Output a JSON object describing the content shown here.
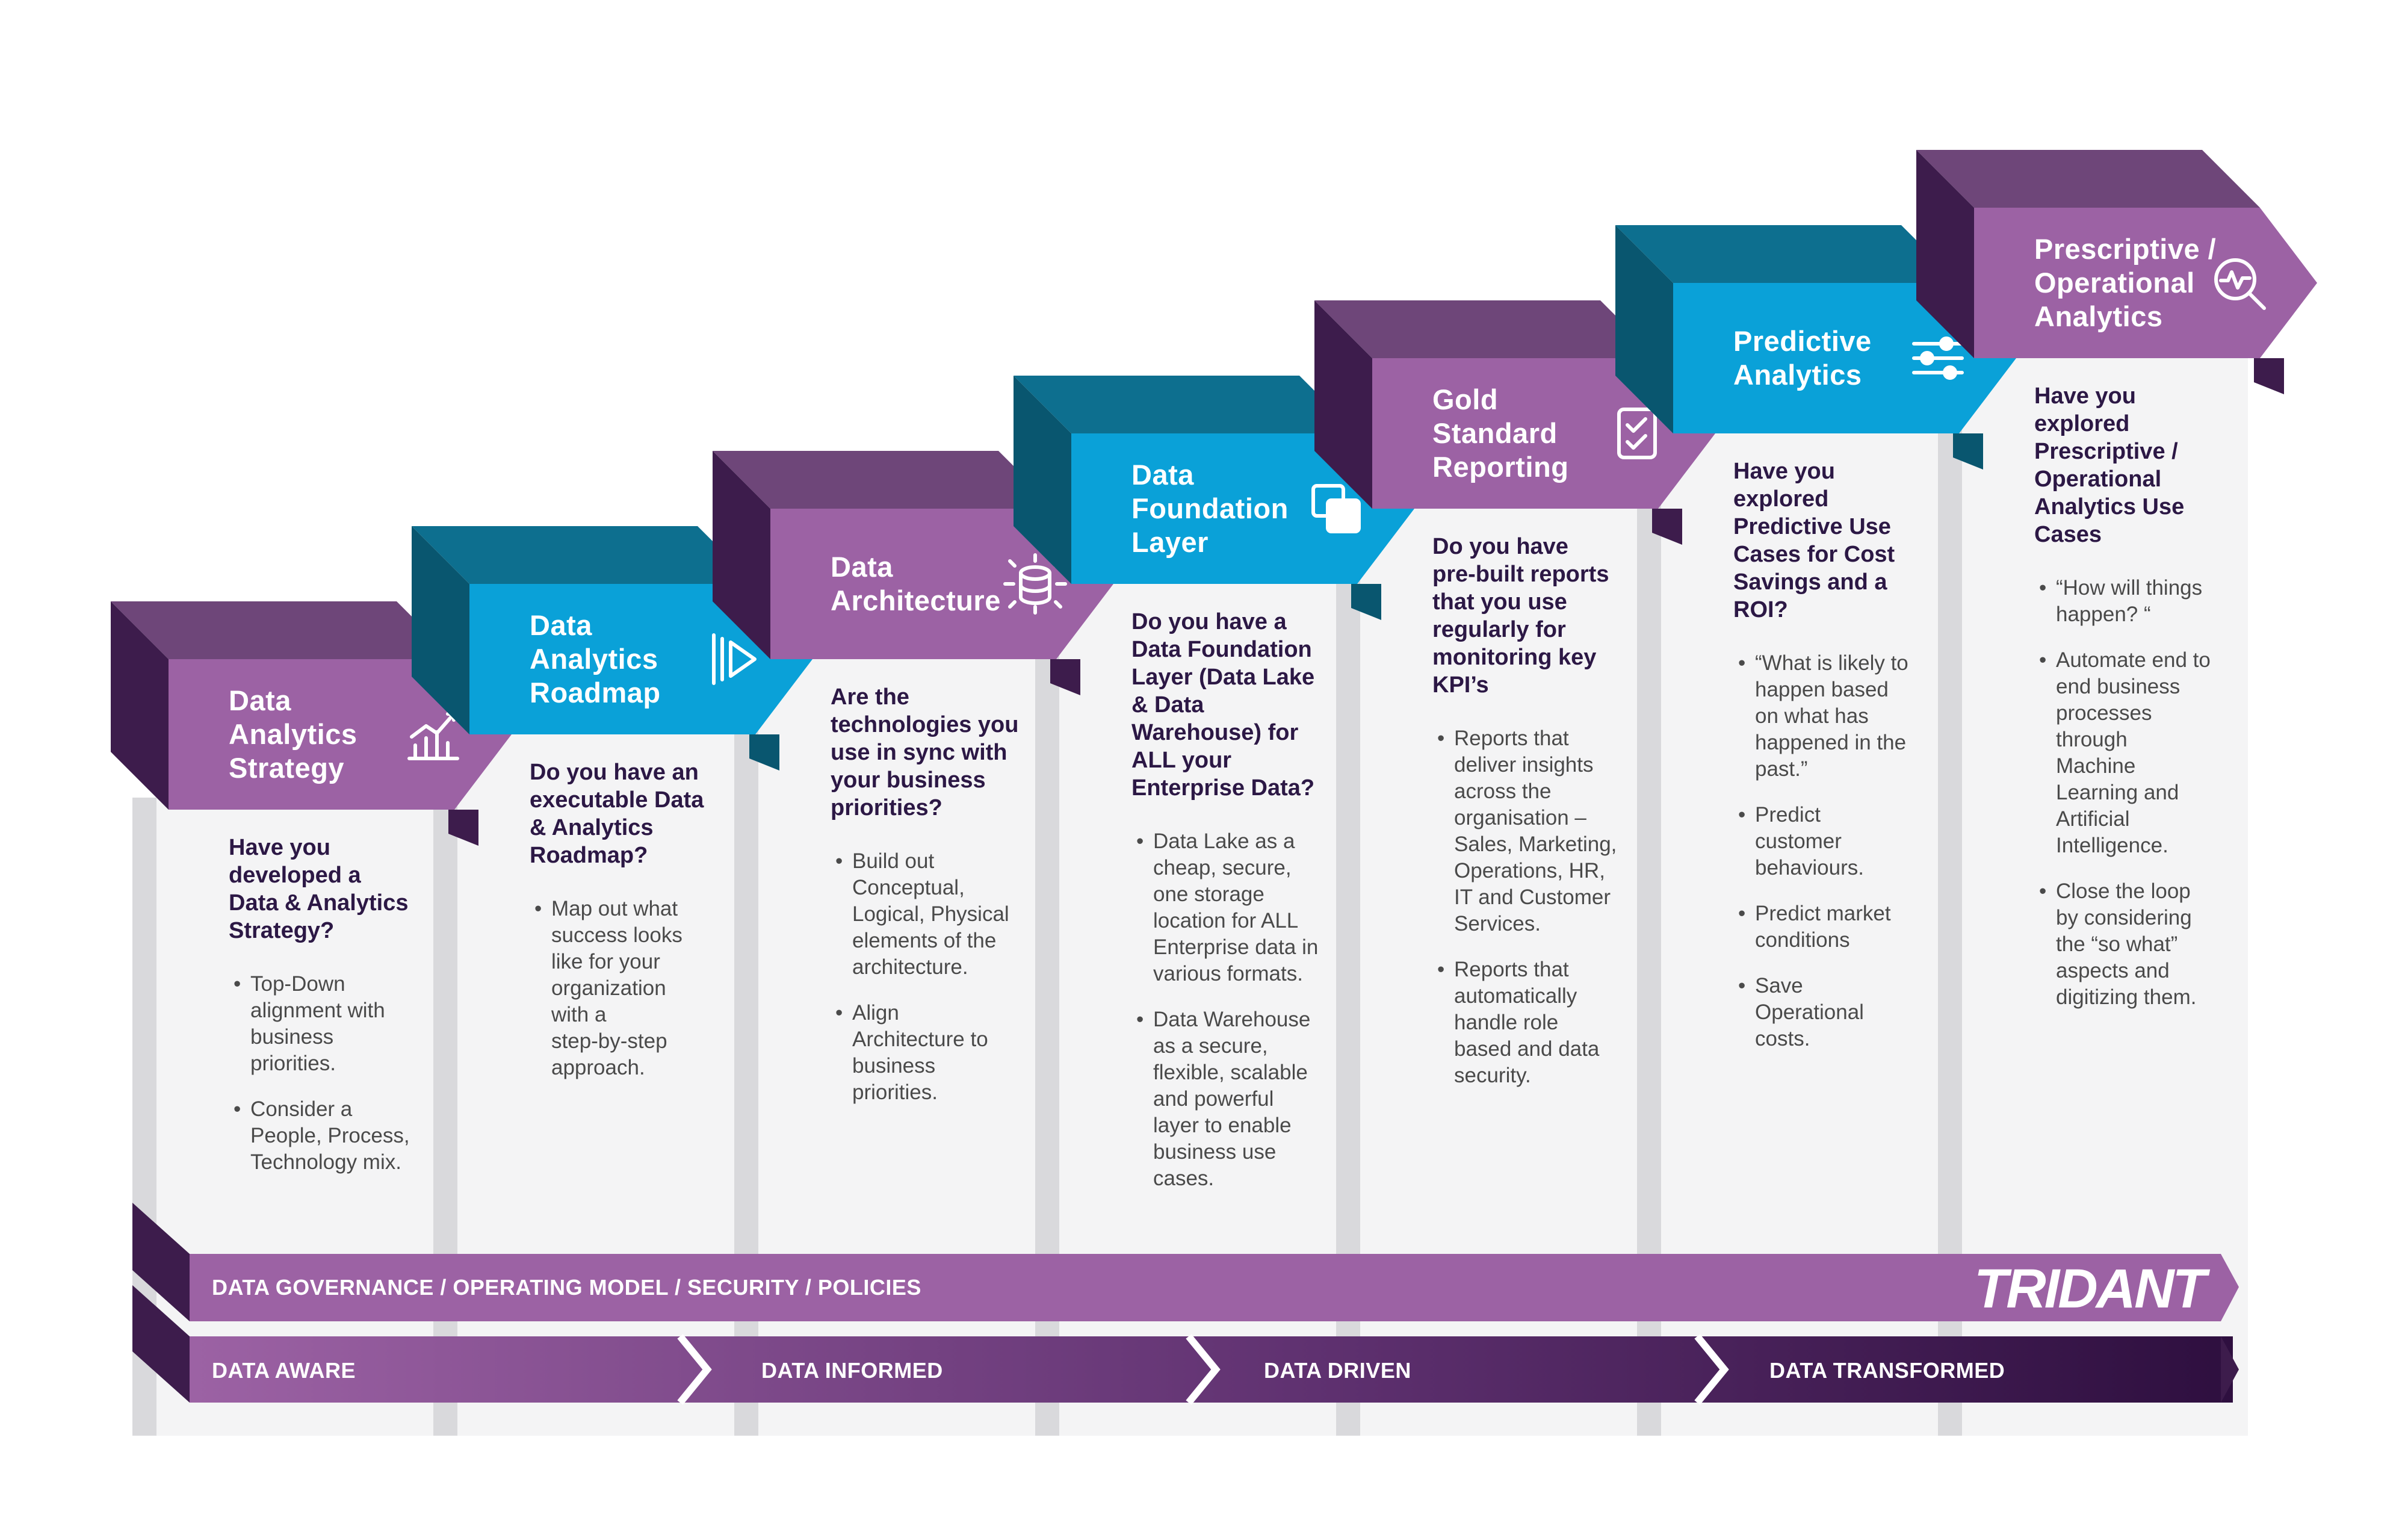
{
  "colors": {
    "purple_face": "#9c62a4",
    "purple_top": "#6e4679",
    "purple_side": "#3d1c4c",
    "blue_face": "#0aa1d8",
    "blue_top": "#0d6f8f",
    "blue_side": "#09566f",
    "panel": "#f4f4f5",
    "panel_side": "#d9d9dc",
    "question_text": "#2c1845",
    "body_text": "#4a4a4a",
    "governance_band": "#9c62a4",
    "stage_band_dark": "#3d1c4c"
  },
  "steps": [
    {
      "title": [
        "Data",
        "Analytics",
        "Strategy"
      ],
      "icon": "bar-chart-trend-icon",
      "question": [
        "Have you",
        "developed a",
        "Data & Analytics",
        "Strategy?"
      ],
      "bullets": [
        [
          "Top-Down",
          "alignment with",
          "business",
          "priorities."
        ],
        [
          "Consider a",
          "People, Process,",
          "Technology mix."
        ]
      ]
    },
    {
      "title": [
        "Data",
        "Analytics",
        "Roadmap"
      ],
      "icon": "roadmap-flag-icon",
      "question": [
        "Do you have an",
        "executable Data",
        "& Analytics",
        "Roadmap?"
      ],
      "bullets": [
        [
          "Map out what",
          "success looks",
          "like for your",
          "organization",
          "with a",
          "step-by-step",
          "approach."
        ]
      ]
    },
    {
      "title": [
        "Data",
        "Architecture"
      ],
      "icon": "database-arrows-icon",
      "question": [
        "Are the",
        "technologies you",
        "use in sync with",
        "your business",
        "priorities?"
      ],
      "bullets": [
        [
          "Build out",
          "Conceptual,",
          "Logical, Physical",
          "elements of the",
          "architecture."
        ],
        [
          "Align",
          "Architecture to",
          "business",
          "priorities."
        ]
      ]
    },
    {
      "title": [
        "Data",
        "Foundation",
        "Layer"
      ],
      "icon": "layers-icon",
      "question": [
        "Do you have a",
        "Data Foundation",
        "Layer (Data Lake",
        "& Data",
        "Warehouse) for",
        "ALL your",
        "Enterprise Data?"
      ],
      "bullets": [
        [
          "Data Lake as a",
          "cheap, secure,",
          "one storage",
          "location for ALL",
          "Enterprise data in",
          "various formats."
        ],
        [
          "Data Warehouse",
          "as a secure,",
          "flexible, scalable",
          "and powerful",
          "layer to enable",
          "business use",
          "cases."
        ]
      ]
    },
    {
      "title": [
        "Gold",
        "Standard",
        "Reporting"
      ],
      "icon": "checklist-icon",
      "question": [
        "Do you have",
        "pre-built reports",
        "that you use",
        "regularly for",
        "monitoring key",
        "KPI’s"
      ],
      "bullets": [
        [
          "Reports that",
          "deliver insights",
          "across the",
          "organisation –",
          "Sales, Marketing,",
          "Operations, HR,",
          "IT and Customer",
          "Services."
        ],
        [
          "Reports that",
          "automatically",
          "handle role",
          "based and data",
          "security."
        ]
      ]
    },
    {
      "title": [
        "Predictive",
        "Analytics"
      ],
      "icon": "sliders-icon",
      "question": [
        "Have you",
        "explored",
        "Predictive Use",
        "Cases for Cost",
        "Savings and a",
        "ROI?"
      ],
      "bullets": [
        [
          "“What is likely to",
          "happen based",
          "on what has",
          "happened in the",
          "past.”"
        ],
        [
          "Predict",
          "customer",
          "behaviours."
        ],
        [
          "Predict market",
          "conditions"
        ],
        [
          "Save",
          "Operational",
          "costs."
        ]
      ]
    },
    {
      "title": [
        "Prescriptive /",
        "Operational",
        "Analytics"
      ],
      "icon": "magnifier-pulse-icon",
      "question": [
        "Have you",
        "explored",
        "Prescriptive /",
        "Operational",
        "Analytics Use",
        "Cases"
      ],
      "bullets": [
        [
          "“How will things",
          "happen? “"
        ],
        [
          "Automate end to",
          "end business",
          "processes",
          "through",
          "Machine",
          "Learning and",
          "Artificial",
          "Intelligence."
        ],
        [
          "Close the loop",
          "by considering",
          "the “so what”",
          "aspects and",
          "digitizing them."
        ]
      ]
    }
  ],
  "governance_band": "DATA GOVERNANCE / OPERATING MODEL / SECURITY / POLICIES",
  "logo": "TRIDANT",
  "stages": [
    "DATA AWARE",
    "DATA INFORMED",
    "DATA DRIVEN",
    "DATA TRANSFORMED"
  ]
}
